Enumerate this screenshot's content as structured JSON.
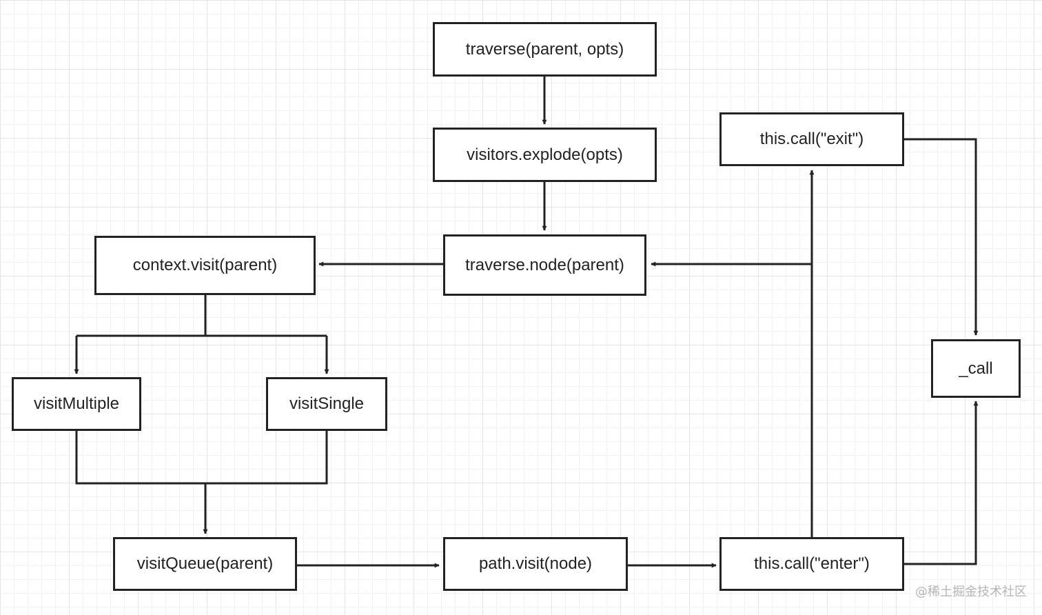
{
  "nodes": {
    "traverse": "traverse(parent, opts)",
    "explode": "visitors.explode(opts)",
    "traverse_node": "traverse.node(parent)",
    "context_visit": "context.visit(parent)",
    "visit_multiple": "visitMultiple",
    "visit_single": "visitSingle",
    "visit_queue": "visitQueue(parent)",
    "path_visit": "path.visit(node)",
    "call_enter": "this.call(\"enter\")",
    "call_exit": "this.call(\"exit\")",
    "underscore_call": "_call"
  },
  "watermark": "@稀土掘金技术社区",
  "colors": {
    "stroke": "#222222",
    "grid": "#e4e4e4",
    "watermark": "#b5b5b5"
  }
}
